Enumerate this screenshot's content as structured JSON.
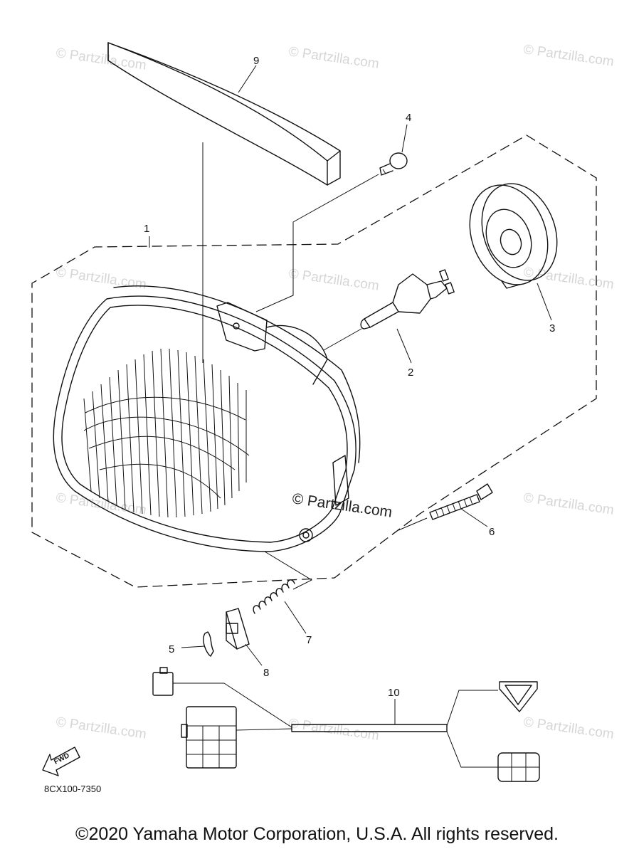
{
  "watermark": "© Partzilla.com",
  "callouts": {
    "p1": "1",
    "p2": "2",
    "p3": "3",
    "p4": "4",
    "p5": "5",
    "p6": "6",
    "p7": "7",
    "p8": "8",
    "p9": "9",
    "p10": "10"
  },
  "fwd_label": "FWD",
  "diagram_code": "8CX100-7350",
  "copyright": "©2020 Yamaha Motor Corporation, U.S.A. All rights reserved."
}
